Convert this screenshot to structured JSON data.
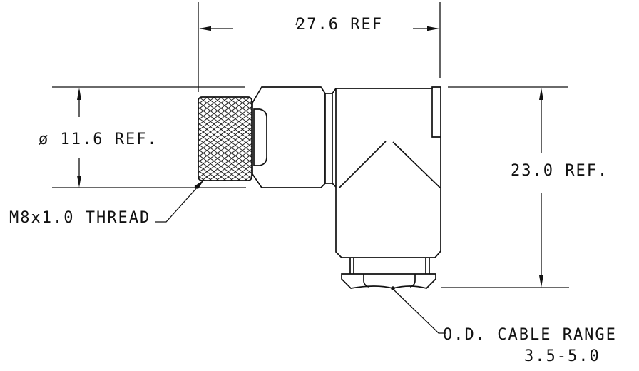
{
  "colors": {
    "line": "#111111",
    "background": "#ffffff"
  },
  "labels": {
    "dim_width": "27.6 REF",
    "dim_diameter": "ø 11.6 REF.",
    "thread": "M8x1.0 THREAD",
    "dim_height": "23.0 REF.",
    "cable_range_line1": "O.D. CABLE RANGE",
    "cable_range_line2": "3.5-5.0"
  }
}
